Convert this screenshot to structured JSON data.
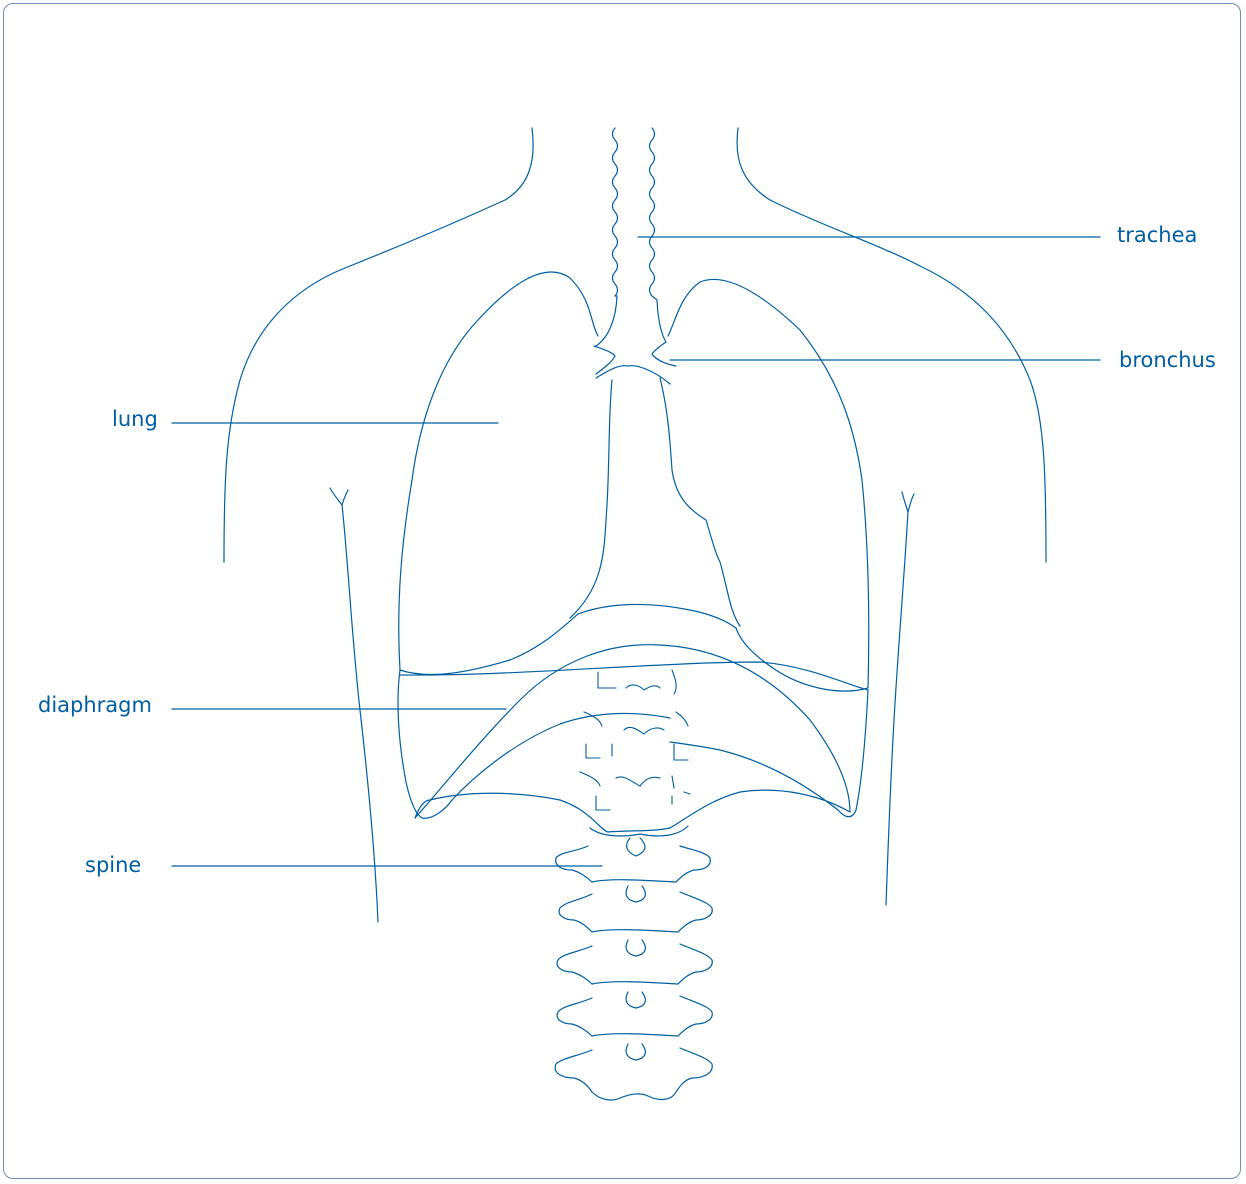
{
  "labels": {
    "trachea": "trachea",
    "bronchus": "bronchus",
    "lung": "lung",
    "diaphragm": "diaphragm",
    "spine": "spine"
  },
  "colors": {
    "line": "#005fa3",
    "label": "#005fa3",
    "frame": "#6f8fb2",
    "background": "#ffffff"
  }
}
